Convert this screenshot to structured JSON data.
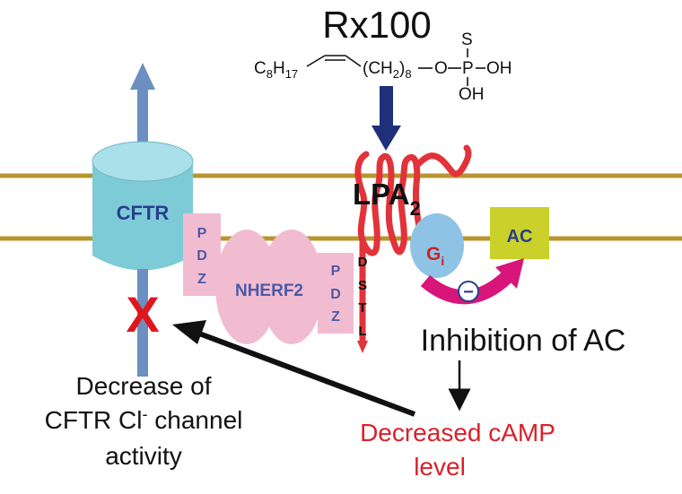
{
  "title": "Rx100",
  "structure": {
    "c8": "C",
    "c8_sub": "8",
    "h17": "H",
    "h17_sub": "17",
    "ch2": "(CH",
    "ch2_sub": "2",
    "ch2_close": ")",
    "ch2_n": "8",
    "o_link": "O",
    "p": "P",
    "s": "S",
    "oh1": "OH",
    "oh2": "OH"
  },
  "receptor": {
    "main": "LPA",
    "sub": "2"
  },
  "cftr": {
    "label": "CFTR"
  },
  "pdz_left": [
    "P",
    "D",
    "Z"
  ],
  "nherf2": {
    "label": "NHERF2"
  },
  "pdz_right": [
    "P",
    "D",
    "Z"
  ],
  "dstl": [
    "D",
    "S",
    "T",
    "L"
  ],
  "gi": {
    "main": "G",
    "sub": "i"
  },
  "ac": {
    "label": "AC"
  },
  "inhibit_symbol": "−",
  "inhibition_label": "Inhibition of AC",
  "camp_label": [
    "Decreased cAMP",
    "level"
  ],
  "decrease_label": {
    "line1": "Decrease of",
    "line2a": "CFTR Cl",
    "line2sup": "-",
    "line2b": "channel",
    "line3": "activity"
  },
  "x_mark": "X",
  "colors": {
    "membrane": "#b8962e",
    "cftr_body": "#7ecbd8",
    "cftr_top": "#a9e0ea",
    "cftr_arrow": "#6b8fc0",
    "pdz": "#f2bcd0",
    "nherf": "#f2bcd0",
    "nherf_text": "#4a5aa8",
    "receptor": "#e2333a",
    "gi": "#8ec3e6",
    "gi_text": "#d02128",
    "ac": "#c9d12a",
    "ac_text": "#2a3d8f",
    "inhibit_arrow": "#d8167a",
    "drug_arrow": "#1f2f7a",
    "x_red": "#e0161e",
    "camp_text": "#d9202a",
    "text": "#111111"
  }
}
